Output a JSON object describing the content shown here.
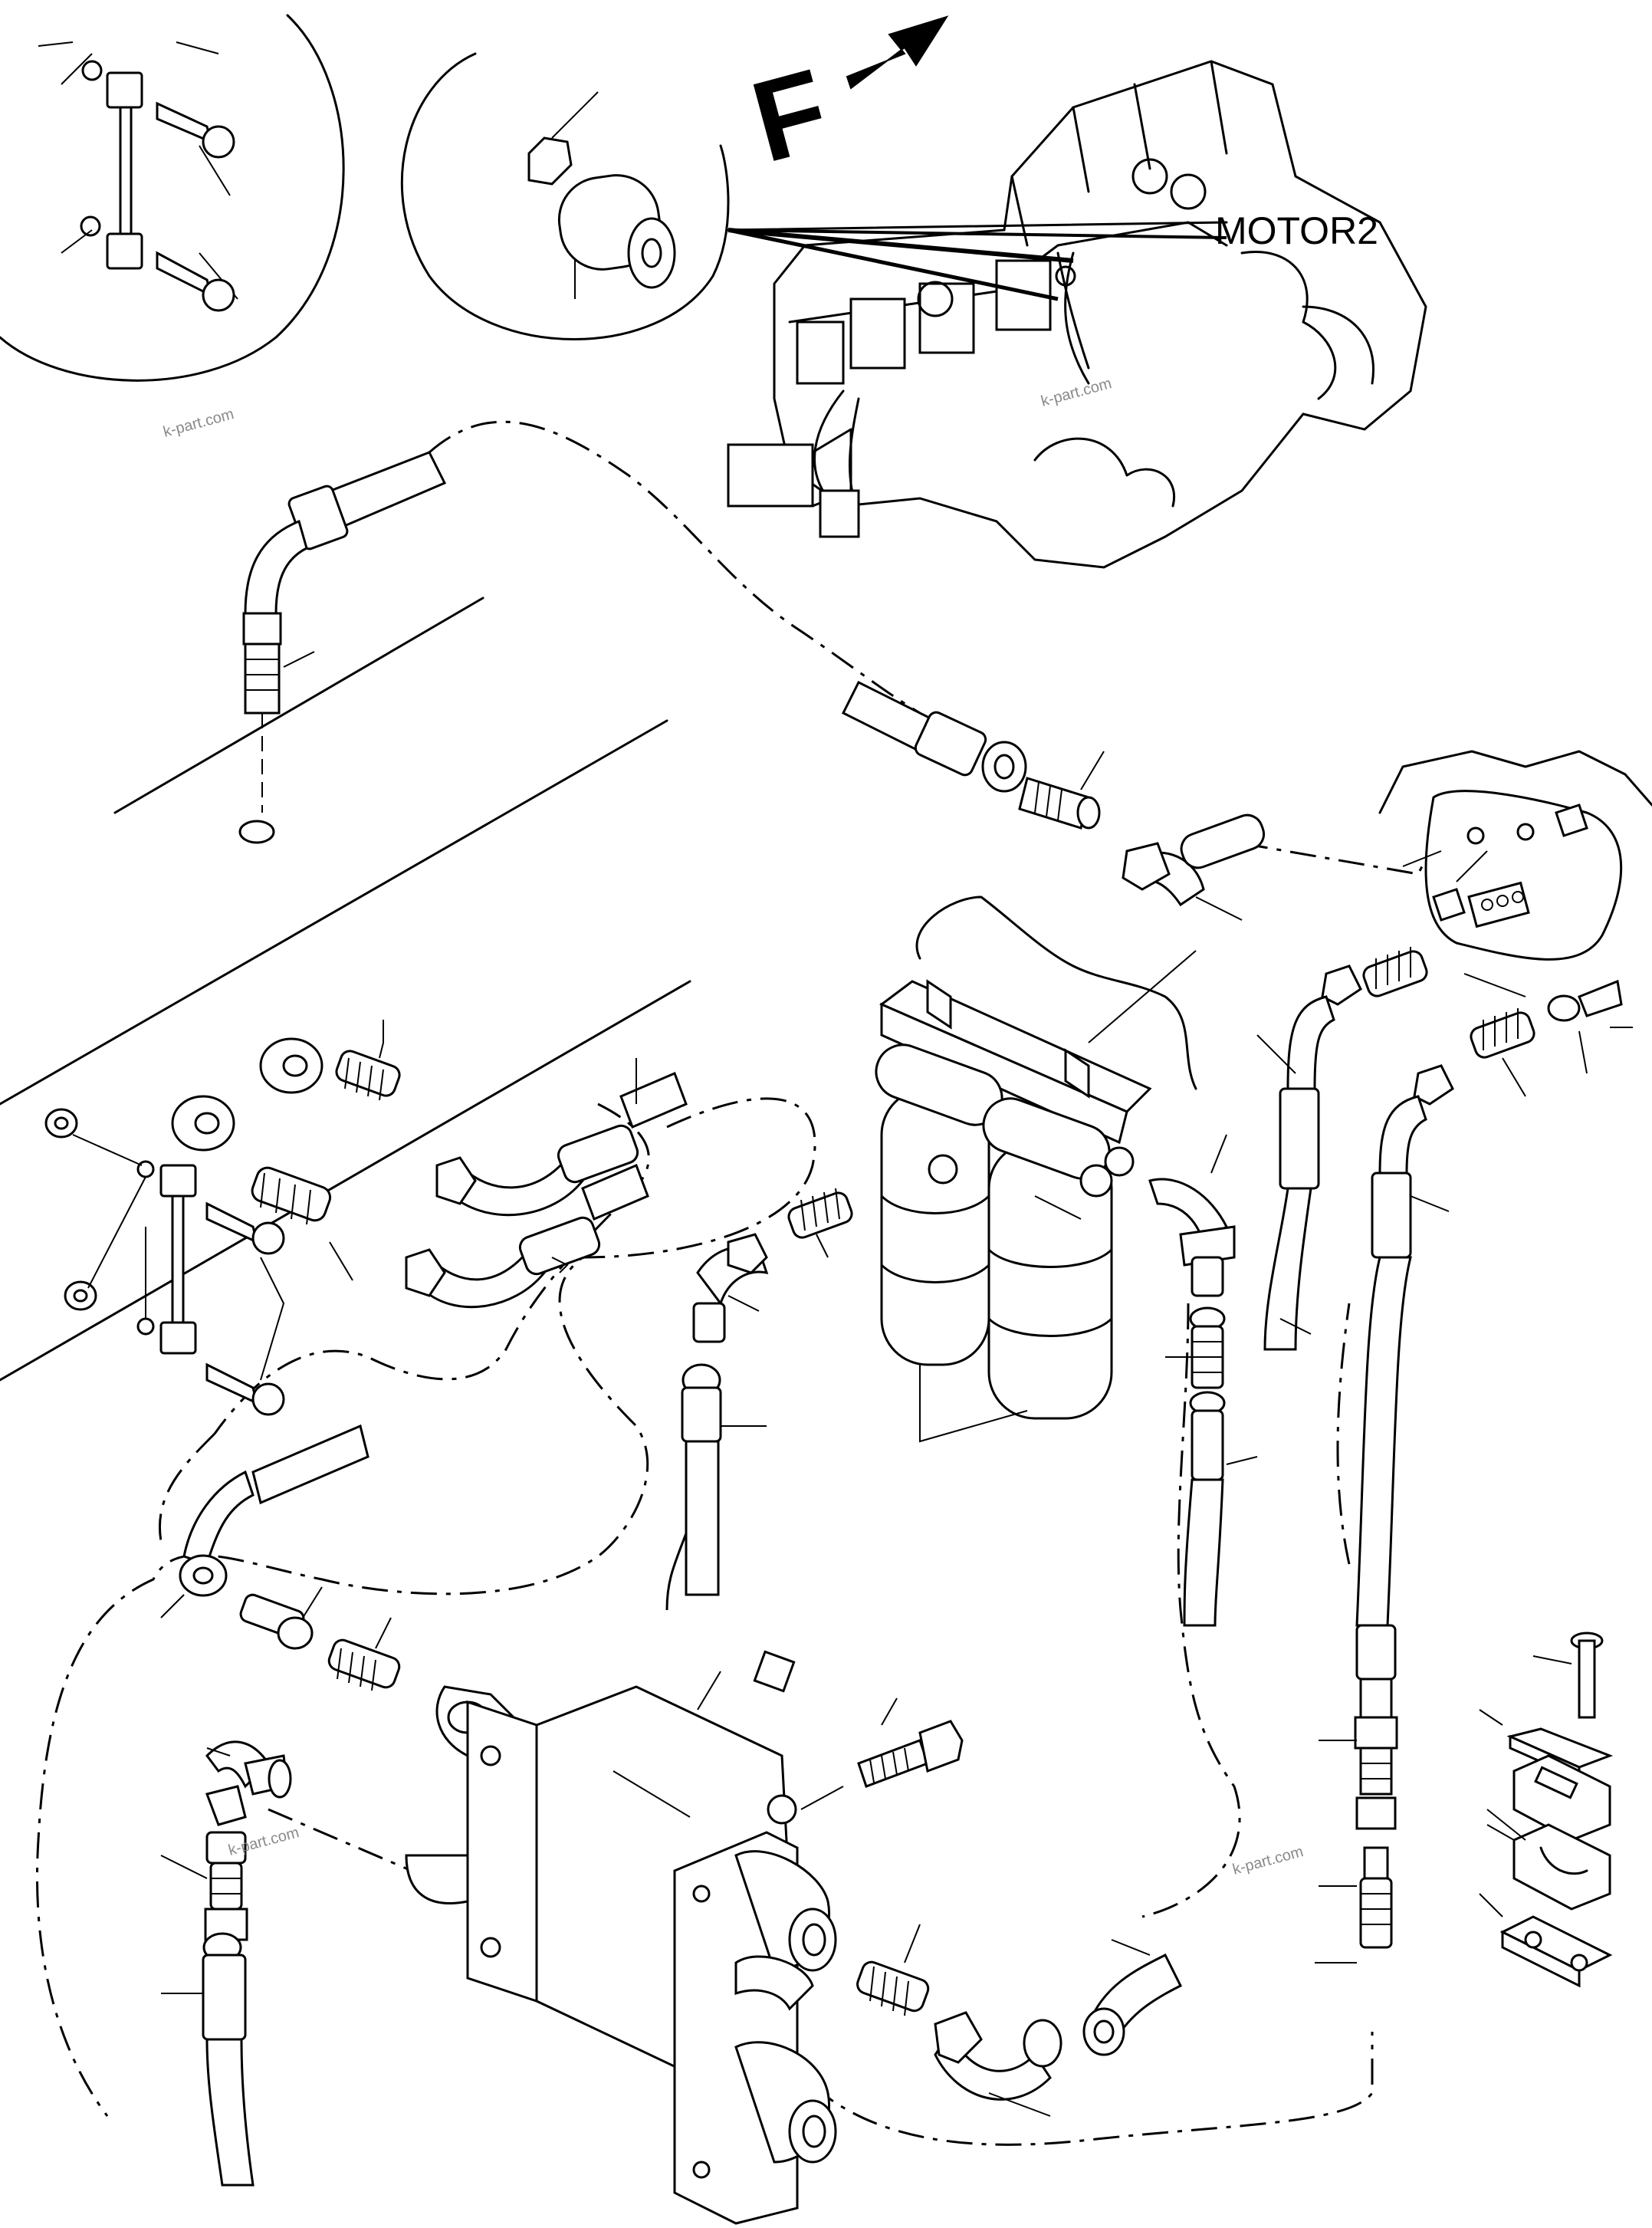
{
  "diagram": {
    "direction_marker": "F",
    "callout_label": "MOTOR2",
    "watermarks": [
      "k-part.com",
      "k-part.com",
      "k-part.com",
      "k-part.com"
    ]
  }
}
